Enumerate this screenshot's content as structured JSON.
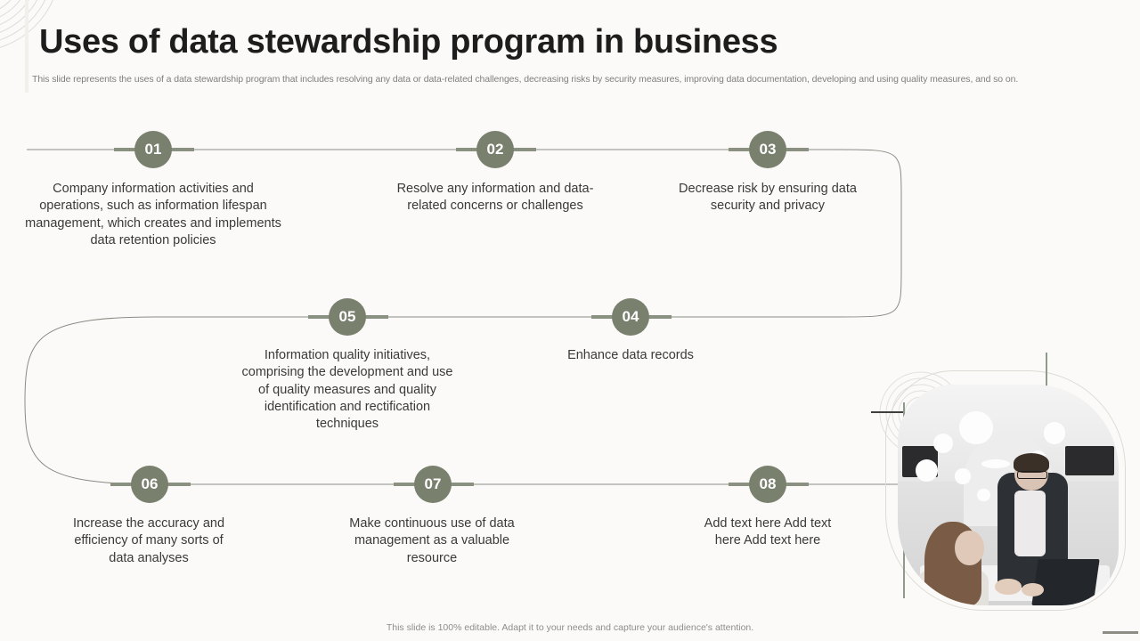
{
  "slide": {
    "title": "Uses of data stewardship program in business",
    "subtitle": "This slide represents the uses of a data stewardship program that includes resolving any data or data-related challenges, decreasing risks by security measures, improving data documentation, developing and using quality measures, and so on.",
    "footer": "This slide is 100% editable. Adapt it to your needs and capture your audience's attention.",
    "accent_color": "#79806e",
    "background_color": "#fbfaf8",
    "title_color": "#1d1d1d",
    "subtitle_color": "#7f7f7f"
  },
  "timeline": {
    "items": [
      {
        "number": "01",
        "text": "Company information activities and operations, such as information lifespan management, which creates and implements data retention policies"
      },
      {
        "number": "02",
        "text": "Resolve any information and data-related concerns or challenges"
      },
      {
        "number": "03",
        "text": "Decrease risk by ensuring data security and privacy"
      },
      {
        "number": "04",
        "text": "Enhance data records"
      },
      {
        "number": "05",
        "text": "Information quality initiatives, comprising the development and use of quality measures and quality identification and rectification techniques"
      },
      {
        "number": "06",
        "text": "Increase the accuracy and efficiency of many sorts of data analyses"
      },
      {
        "number": "07",
        "text": "Make continuous use of data management as a valuable resource"
      },
      {
        "number": "08",
        "text": "Add text here Add text here Add text here"
      }
    ]
  },
  "photo": {
    "alt": "Two colleagues collaborating over a laptop in a bright office"
  }
}
